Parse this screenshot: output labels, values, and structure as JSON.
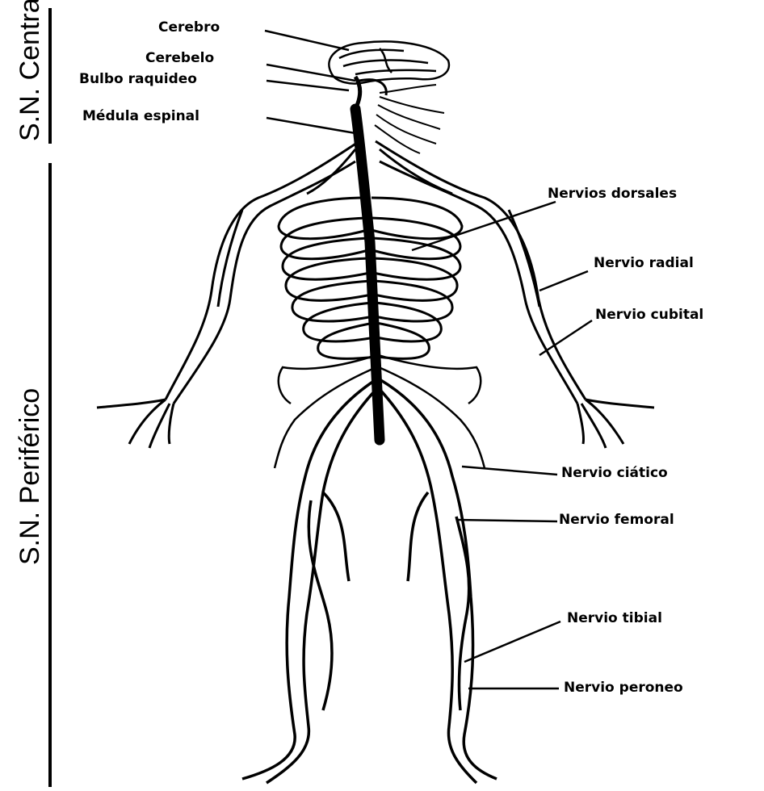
{
  "sections": {
    "central": "S.N. Central",
    "peripheral": "S.N. Periférico"
  },
  "labels": {
    "cerebro": "Cerebro",
    "cerebelo": "Cerebelo",
    "bulbo": "Bulbo raquideo",
    "medula": "Médula espinal",
    "dorsales": "Nervios dorsales",
    "radial": "Nervio radial",
    "cubital": "Nervio cubital",
    "ciatico": "Nervio ciático",
    "femoral": "Nervio femoral",
    "tibial": "Nervio tibial",
    "peroneo": "Nervio peroneo"
  }
}
